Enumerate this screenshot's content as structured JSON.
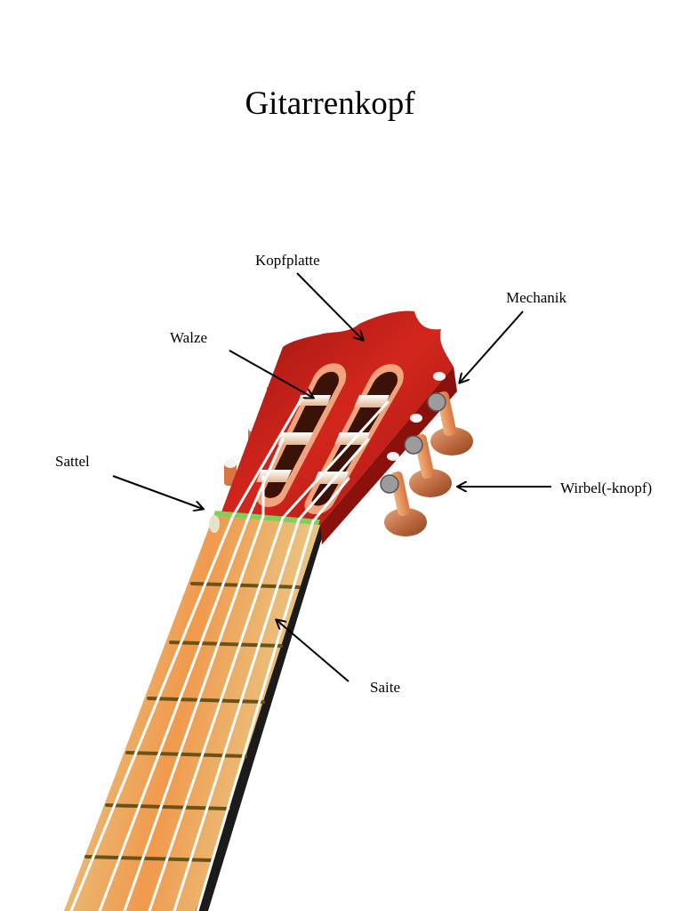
{
  "title": "Gitarrenkopf",
  "labels": {
    "kopfplatte": "Kopfplatte",
    "mechanik": "Mechanik",
    "walze": "Walze",
    "sattel": "Sattel",
    "wirbel": "Wirbel(-knopf)",
    "saite": "Saite"
  },
  "colors": {
    "headstock": "#c8201a",
    "headstock_dark": "#7e0f0b",
    "slot_glow": "#f6b188",
    "fretboard_light": "#e2cd8f",
    "fretboard_warm": "#f39a4c",
    "neck_edge": "#1b1b1b",
    "nut": "#7fcf5a",
    "string": "#ffffff",
    "knob": "#c7764a",
    "arrow": "#000000"
  }
}
